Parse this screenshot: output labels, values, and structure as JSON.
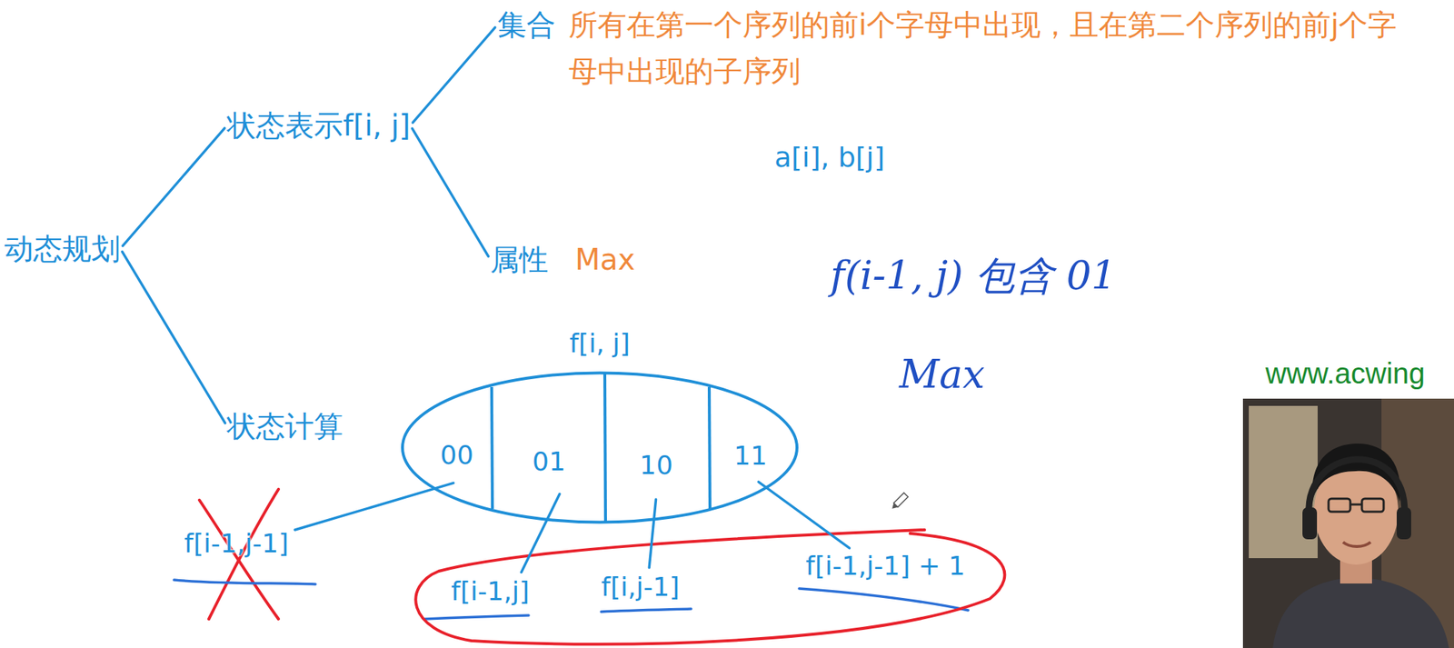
{
  "diagram": {
    "nodes": [
      {
        "text": [
          "动态规划"
        ]
      },
      {
        "text": [
          "状态表示f[i, j]"
        ]
      },
      {
        "text": [
          "集合",
          "所有在第一个序列的前i个字母中出现，且在第二个序列的前j个字母中出现的子序列"
        ]
      },
      {
        "text": [
          "属性",
          "Max"
        ]
      },
      {
        "text": [
          "状态计算"
        ]
      },
      {
        "text": [
          "f[i, j]"
        ]
      },
      {
        "text": [
          "00"
        ],
        "in": 5
      },
      {
        "text": [
          "01"
        ],
        "in": 5
      },
      {
        "text": [
          "10"
        ],
        "in": 5
      },
      {
        "text": [
          "11"
        ],
        "in": 5
      },
      {
        "text": [
          "f[i-1,j-1]"
        ]
      },
      {
        "text": [
          "f[i-1,j]"
        ]
      },
      {
        "text": [
          "f[i,j-1]"
        ]
      },
      {
        "text": [
          "f[i-1,j-1] + 1"
        ]
      }
    ],
    "edges": [
      {
        "from": 0,
        "to": 1,
        "arrow": "none"
      },
      {
        "from": 0,
        "to": 4,
        "arrow": "none"
      },
      {
        "from": 1,
        "to": 2,
        "arrow": "none"
      },
      {
        "from": 1,
        "to": 3,
        "arrow": "none"
      },
      {
        "from": 6,
        "to": 10,
        "arrow": "none"
      },
      {
        "from": 7,
        "to": 11,
        "arrow": "none"
      },
      {
        "from": 8,
        "to": 12,
        "arrow": "none"
      },
      {
        "from": 9,
        "to": 13,
        "arrow": "none"
      }
    ],
    "labels": [
      "a[i], b[j]",
      "f(i-1, j) 包含 01",
      "Max",
      "www.acwing"
    ]
  }
}
